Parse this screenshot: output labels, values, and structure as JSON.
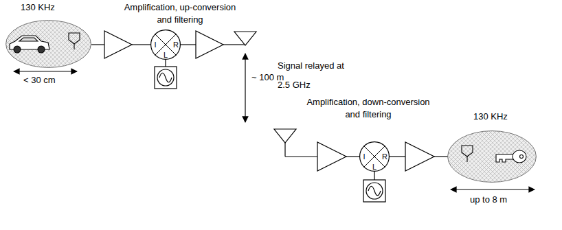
{
  "diagram": {
    "nodes": [
      {
        "text": [
          "130 KHz"
        ]
      },
      {
        "text": [
          "I",
          "R",
          "L"
        ]
      },
      {
        "text": [
          "I",
          "R",
          "L"
        ]
      },
      {
        "text": [
          "130 KHz"
        ]
      }
    ],
    "labels": [
      "Amplification, up-conversion and filtering",
      "< 30 cm",
      "~ 100 m",
      "Signal relayed at 2.5 GHz",
      "Amplification, down-conversion and filtering",
      "up to 8 m"
    ]
  }
}
